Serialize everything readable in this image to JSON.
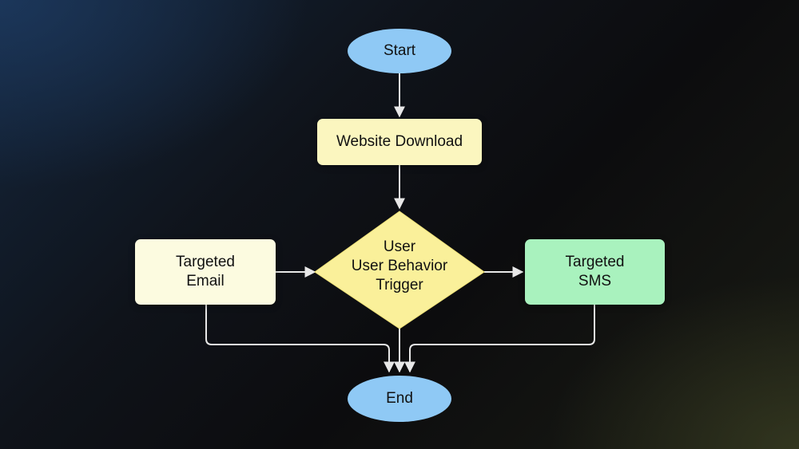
{
  "nodes": {
    "start": {
      "label": "Start",
      "shape": "oval",
      "color": "#8fc9f5"
    },
    "website_download": {
      "label": "Website Download",
      "shape": "rect",
      "color": "#fbf6bf"
    },
    "decision": {
      "label": "User\nUser Behavior\nTrigger",
      "shape": "diamond",
      "color": "#faf09a"
    },
    "targeted_email": {
      "label": "Targeted\nEmail",
      "shape": "rect",
      "color": "#fcfbe0"
    },
    "targeted_sms": {
      "label": "Targeted\nSMS",
      "shape": "rect",
      "color": "#a9f2be"
    },
    "end": {
      "label": "End",
      "shape": "oval",
      "color": "#8fc9f5"
    }
  },
  "edges": [
    {
      "from": "start",
      "to": "website_download"
    },
    {
      "from": "website_download",
      "to": "decision"
    },
    {
      "from": "targeted_email",
      "to": "decision"
    },
    {
      "from": "decision",
      "to": "targeted_sms"
    },
    {
      "from": "targeted_email",
      "to": "end"
    },
    {
      "from": "decision",
      "to": "end"
    },
    {
      "from": "targeted_sms",
      "to": "end"
    }
  ],
  "colors": {
    "connector": "#e8e8e8"
  }
}
